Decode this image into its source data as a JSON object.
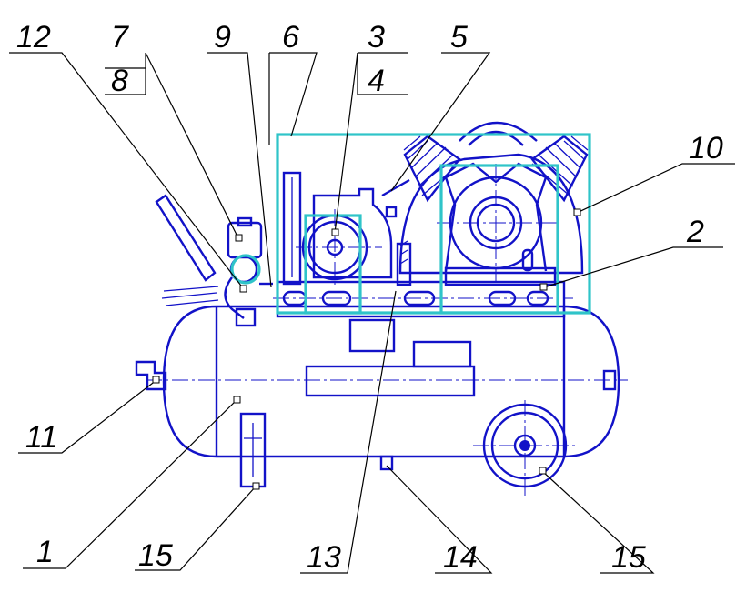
{
  "labels": {
    "l1": "1",
    "l2": "2",
    "l3": "3",
    "l4": "4",
    "l5": "5",
    "l6": "6",
    "l7": "7",
    "l8": "8",
    "l9": "9",
    "l10": "10",
    "l11": "11",
    "l12": "12",
    "l13": "13",
    "l14": "14",
    "l15a": "15",
    "l15b": "15"
  },
  "colors": {
    "drawing": "#1212c8",
    "highlight": "#2fc4c9",
    "leader": "#000000",
    "background": "#ffffff"
  }
}
